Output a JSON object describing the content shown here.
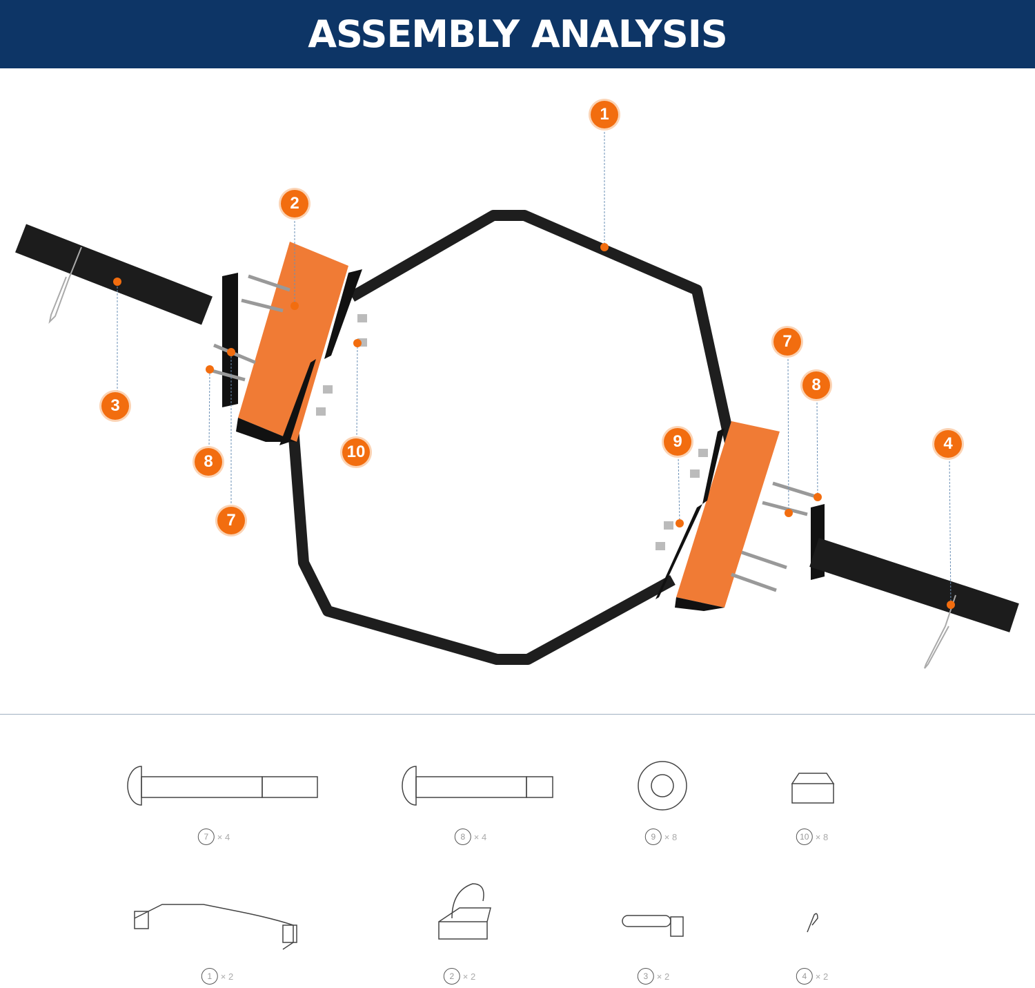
{
  "header": {
    "title": "ASSEMBLY ANALYSIS"
  },
  "callouts": {
    "c1": "1",
    "c2": "2",
    "c3": "3",
    "c4": "4",
    "c7l": "7",
    "c8l": "8",
    "c10": "10",
    "c9": "9",
    "c7r": "7",
    "c8r": "8"
  },
  "parts": [
    {
      "num": "7",
      "qty": "× 4"
    },
    {
      "num": "8",
      "qty": "× 4"
    },
    {
      "num": "9",
      "qty": "× 8"
    },
    {
      "num": "10",
      "qty": "× 8"
    },
    {
      "num": "1",
      "qty": "× 2"
    },
    {
      "num": "2",
      "qty": "× 2"
    },
    {
      "num": "3",
      "qty": "× 2"
    },
    {
      "num": "4",
      "qty": "× 2"
    }
  ],
  "colors": {
    "header": "#0d3566",
    "accent": "#f26d0f",
    "frame": "#1e1e1e"
  }
}
